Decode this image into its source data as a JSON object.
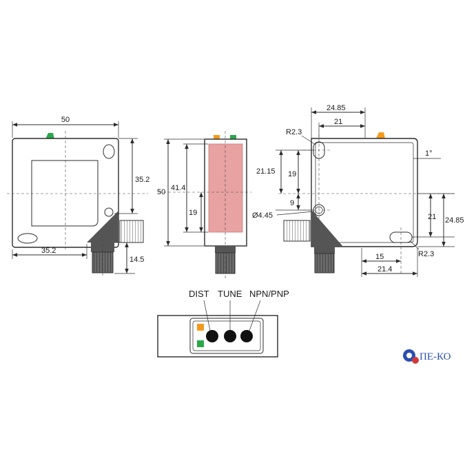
{
  "drawing": {
    "front_view": {
      "width": "50",
      "height_upper": "35.2",
      "offset_lower": "35.2",
      "connector_height": "14.5"
    },
    "side_view": {
      "total": "50",
      "window": "41.4",
      "lower": "19"
    },
    "rear_view": {
      "top_outer": "24.85",
      "top_inner": "21",
      "radius_top": "R2.3",
      "angle": "1°",
      "left_big": "21.15",
      "left_mid": "19",
      "left_small": "9",
      "hole": "Ø4.45",
      "right_inner": "21",
      "right_outer": "24.85",
      "radius_bottom": "R2.3",
      "bottom_inner": "15",
      "bottom_outer": "21.4"
    },
    "panel": {
      "knobs": [
        "DIST",
        "TUNE",
        "NPN/PNP"
      ]
    },
    "logo": "ПЕ-КО",
    "colors": {
      "window": "#e8a2a2",
      "led_orange": "#f39a1e",
      "led_green": "#2aa84a",
      "connector": "#555555"
    }
  }
}
